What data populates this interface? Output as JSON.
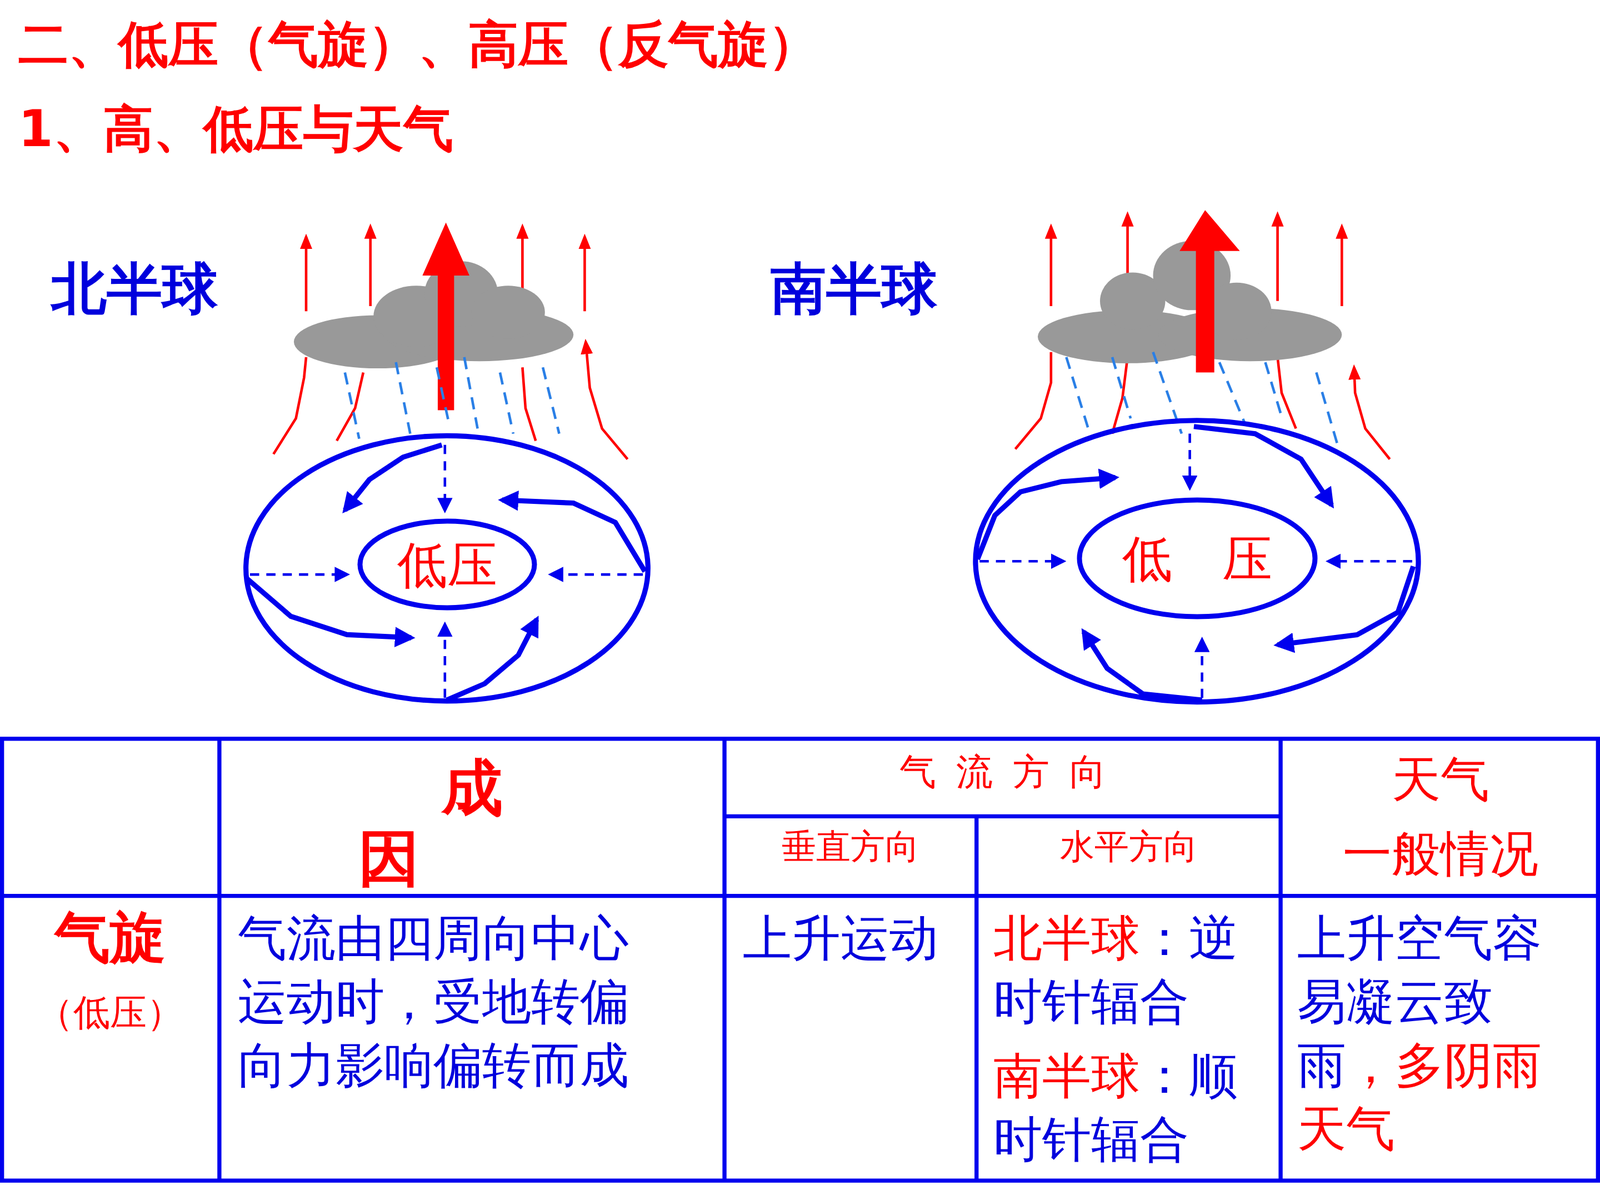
{
  "diagram": {
    "title": "二、低压（气旋）、高压（反气旋）",
    "nodes": [
      {
        "text": [
          "低压"
        ]
      },
      {
        "text": [
          "低　压"
        ]
      }
    ],
    "labels": [
      "1、高、低压与天气",
      "北半球",
      "南半球",
      "成因",
      "气流方向",
      "垂直方向",
      "水平方向",
      "天气",
      "一般情况",
      "气旋",
      "（低压）",
      "气流由四周向中心运动时，受地转偏向力影响偏转而成",
      "上升运动",
      "北半球",
      "：逆时针辐合",
      "南半球",
      "：顺时针辐合",
      "上升空气容易凝云致雨",
      "，多阴雨天气"
    ]
  }
}
